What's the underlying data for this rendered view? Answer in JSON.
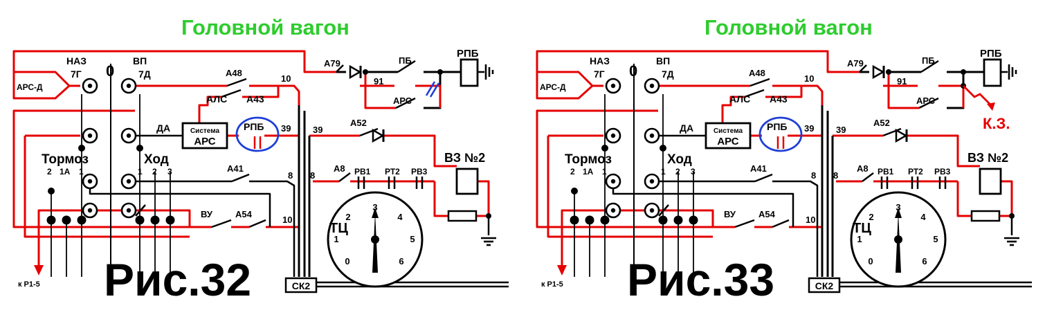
{
  "colors": {
    "title": "#2ecc2e",
    "wire": "#e60000",
    "line": "#000000",
    "highlight": "#1f3fd6",
    "fault_spark": "#e60000"
  },
  "panels": [
    {
      "title": "Головной вагон",
      "figure": "Рис.32",
      "labels": {
        "naz": "НАЗ",
        "t7g": "7Г",
        "vp": "ВП",
        "t7d": "7Д",
        "zero": "0",
        "arsd": "АРС-Д",
        "a48": "А48",
        "w10a": "10",
        "als": "АЛС",
        "a43": "А43",
        "da": "ДА",
        "sys1": "Система",
        "sys2": "АРС",
        "rpb_c": "РПБ",
        "w39a": "39",
        "tormoz": "Тормоз",
        "hod": "Ход",
        "t2": "2",
        "t1a": "1А",
        "t1": "1",
        "h1": "1",
        "h2": "2",
        "h3": "3",
        "a41": "А41",
        "w8a": "8",
        "vu": "ВУ",
        "a54": "А54",
        "w10b": "10",
        "kr15": "к Р1-5",
        "ck2": "СК2",
        "a79": "А79",
        "pb": "ПБ",
        "rpb_r": "РПБ",
        "n91": "91",
        "ars": "АРС",
        "w39b": "39",
        "a52": "А52",
        "vz2": "ВЗ №2",
        "w8b": "8",
        "a8": "А8",
        "rv1": "РВ1",
        "rt2": "РТ2",
        "rv3": "РВ3",
        "tc": "ТЦ",
        "g0": "0",
        "g1": "1",
        "g2": "2",
        "g3": "3",
        "g4": "4",
        "g5": "5",
        "g6": "6"
      }
    },
    {
      "title": "Головной вагон",
      "figure": "Рис.33",
      "fault_label": "К.З.",
      "labels": {
        "naz": "НАЗ",
        "t7g": "7Г",
        "vp": "ВП",
        "t7d": "7Д",
        "zero": "0",
        "arsd": "АРС-Д",
        "a48": "А48",
        "w10a": "10",
        "als": "АЛС",
        "a43": "А43",
        "da": "ДА",
        "sys1": "Система",
        "sys2": "АРС",
        "rpb_c": "РПБ",
        "w39a": "39",
        "tormoz": "Тормоз",
        "hod": "Ход",
        "t2": "2",
        "t1a": "1А",
        "t1": "1",
        "h1": "1",
        "h2": "2",
        "h3": "3",
        "a41": "А41",
        "w8a": "8",
        "vu": "ВУ",
        "a54": "А54",
        "w10b": "10",
        "kr15": "к Р1-5",
        "ck2": "СК2",
        "a79": "А79",
        "pb": "ПБ",
        "rpb_r": "РПБ",
        "n91": "91",
        "ars": "АРС",
        "w39b": "39",
        "a52": "А52",
        "vz2": "ВЗ №2",
        "w8b": "8",
        "a8": "А8",
        "rv1": "РВ1",
        "rt2": "РТ2",
        "rv3": "РВ3",
        "tc": "ТЦ",
        "g0": "0",
        "g1": "1",
        "g2": "2",
        "g3": "3",
        "g4": "4",
        "g5": "5",
        "g6": "6"
      }
    }
  ]
}
